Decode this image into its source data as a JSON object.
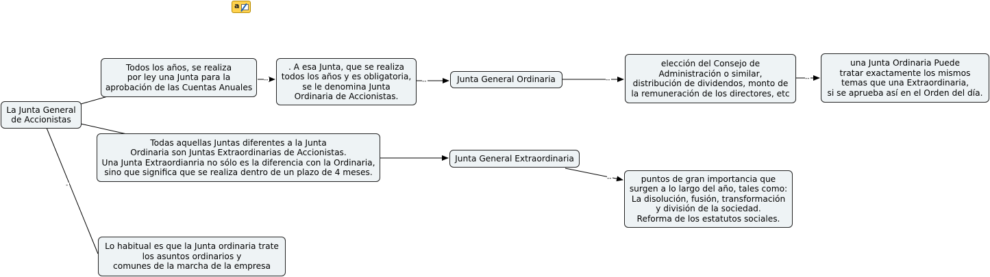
{
  "toolbar": {
    "icon": "edit-note-icon"
  },
  "nodes": {
    "root": "La Junta General\nde Accionistas",
    "todos_los_anos": "Todos los años, se realiza\npor ley una Junta para la\naprobación de las Cuentas Anuales",
    "esa_junta": ". A esa Junta, que se realiza\ntodos los años y es obligatoria,\nse le denomina Junta\nOrdinaria de Accionistas.",
    "jg_ordinaria": "Junta General Ordinaria",
    "eleccion": "elección del Consejo de\nAdministración o similar,\ndistribución de dividendos, monto de\nla remuneración de los directores, etc",
    "ordinaria_puede": "una Junta Ordinaria Puede\ntratar exactamente los mismos\ntemas que una Extraordinaria,\nsi se aprueba así en el Orden del día.",
    "todas_aquellas": "Todas aquellas Juntas diferentes a la Junta\nOrdinaria son Juntas Extraordinarias de Accionistas.\nUna Junta Extraordianria no sólo es la diferencia con la Ordinaria,\nsino que significa que se realiza dentro de un plazo de 4 meses.",
    "jg_extraordinaria": "Junta General Extraordinaria",
    "puntos": "puntos de gran importancia que\nsurgen a lo largo del año, tales como:\nLa disolución, fusión, transformación\ny división de la sociedad.\nReforma de los estatutos sociales.",
    "lo_habitual": "Lo habitual es que la Junta ordinaria trate\nlos asuntos ordinarios y\ncomunes de la marcha de la empresa"
  },
  "link_labels": {
    "todos_to_esa": "--",
    "esa_to_ordinaria": "--",
    "ordinaria_to_eleccion": "--",
    "eleccion_to_puede": "--",
    "extra_to_puntos": "--",
    "root_to_habitual": "-"
  }
}
